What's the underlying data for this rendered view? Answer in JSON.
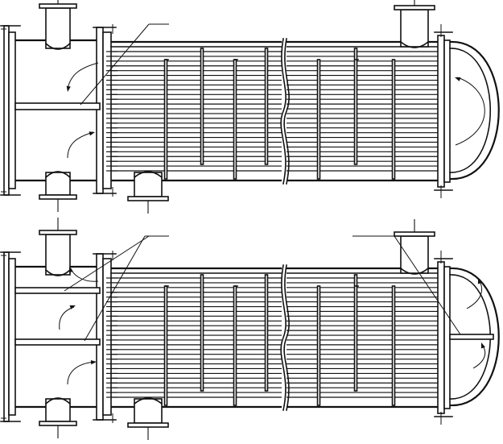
{
  "figure": {
    "views": [
      {
        "id": "single-pass-head",
        "shell_passes": 1,
        "tube_passes": 2,
        "rear_partition": false
      },
      {
        "id": "partitioned-head",
        "shell_passes": 1,
        "tube_passes": 4,
        "rear_partition": true
      }
    ],
    "colors": {
      "line": "#111111",
      "background": "#ffffff"
    },
    "icons": [
      "flow-arrow-icon",
      "nozzle-icon",
      "flange-icon",
      "break-line-icon"
    ]
  }
}
